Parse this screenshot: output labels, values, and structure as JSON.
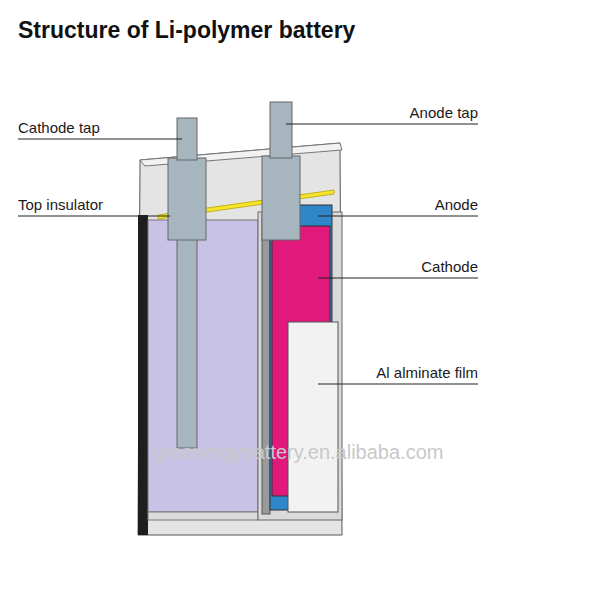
{
  "diagram": {
    "title": "Structure of Li-polymer battery",
    "labels": [
      "Cathode tap",
      "Anode tap",
      "Top insulator",
      "Anode",
      "Cathode",
      "Al alminate film",
      "greenergybattery.en.alibaba.com"
    ]
  }
}
